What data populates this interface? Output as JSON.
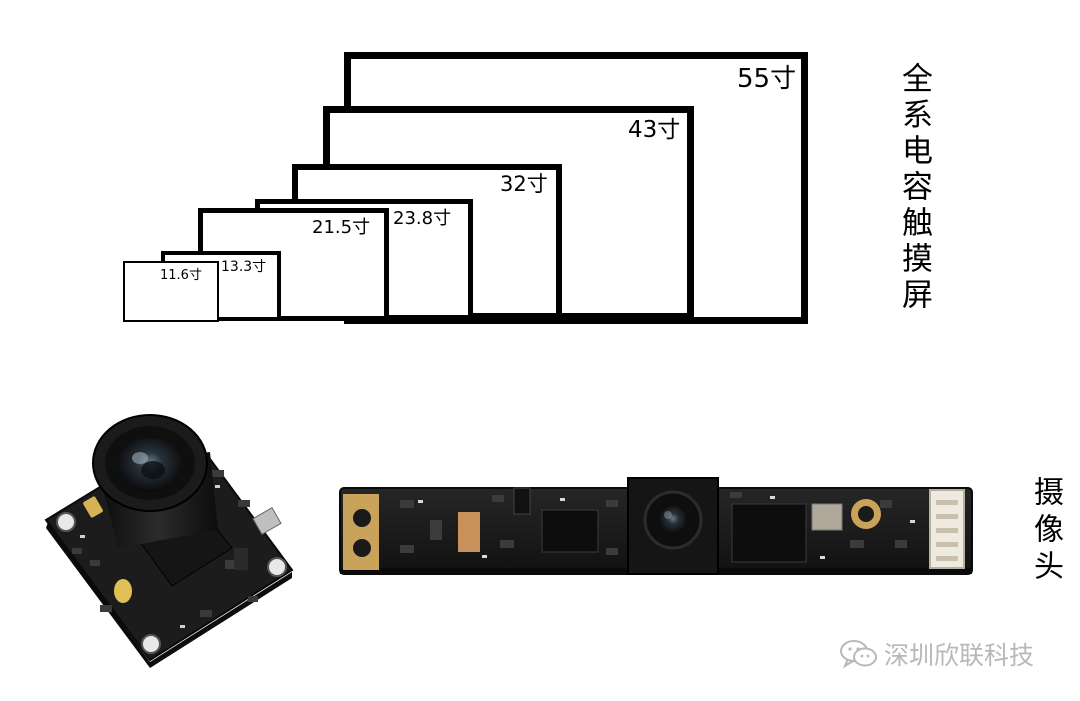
{
  "screens": {
    "title": "全系电容触摸屏",
    "sizes": [
      "55寸",
      "43寸",
      "32寸",
      "23.8寸",
      "21.5寸",
      "13.3寸",
      "11.6寸"
    ]
  },
  "camera": {
    "title": "摄像头"
  },
  "watermark": {
    "text": "深圳欣联科技",
    "icon": "wechat-icon"
  },
  "colors": {
    "frame": "#000000",
    "pcb": "#1a1a1a",
    "gold_pad": "#c9a35a",
    "watermark": "#b8b8b8"
  }
}
